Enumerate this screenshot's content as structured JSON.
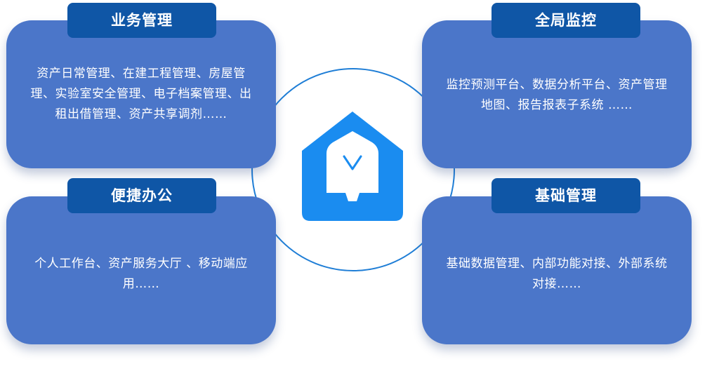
{
  "center": {
    "icon": "house-v-icon",
    "colors": {
      "ring": "#1f7ed6",
      "logo": "#1a8cf0"
    }
  },
  "cards": {
    "business": {
      "title": "业务管理",
      "description": "资产日常管理、在建工程管理、房屋管理、实验室安全管理、电子档案管理、出租出借管理、资产共享调剂……"
    },
    "office": {
      "title": "便捷办公",
      "description": "个人工作台、资产服务大厅 、移动端应用……"
    },
    "monitor": {
      "title": "全局监控",
      "description": "监控预测平台、数据分析平台、资产管理地图、报告报表子系统 ……"
    },
    "foundation": {
      "title": "基础管理",
      "description": "基础数据管理、内部功能对接、外部系统对接……"
    }
  },
  "colors": {
    "card": "#4b76c9",
    "tag": "#0f56a6",
    "text": "#ffffff"
  }
}
